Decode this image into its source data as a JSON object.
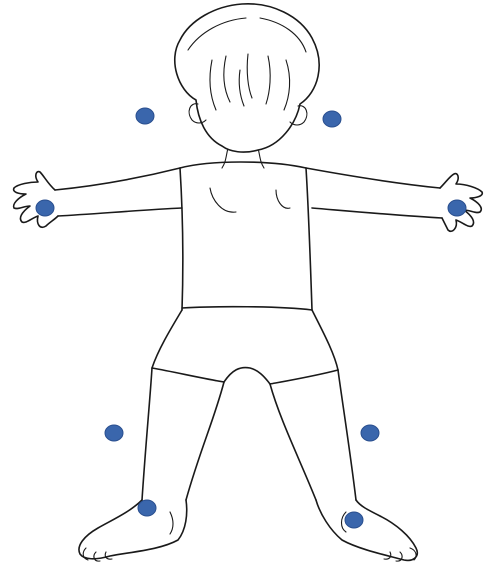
{
  "figure": {
    "subject": "child-body-outline-front",
    "background_color": "#ffffff",
    "line_color": "#1a1a1a"
  },
  "markers": {
    "color": "#3a66ac",
    "stroke_color": "#2a4f8f",
    "items": [
      {
        "name": "left-shoulder-marker"
      },
      {
        "name": "right-shoulder-marker"
      },
      {
        "name": "left-wrist-marker"
      },
      {
        "name": "right-wrist-marker"
      },
      {
        "name": "left-knee-marker"
      },
      {
        "name": "right-knee-marker"
      },
      {
        "name": "left-ankle-marker"
      },
      {
        "name": "right-ankle-marker"
      }
    ]
  }
}
